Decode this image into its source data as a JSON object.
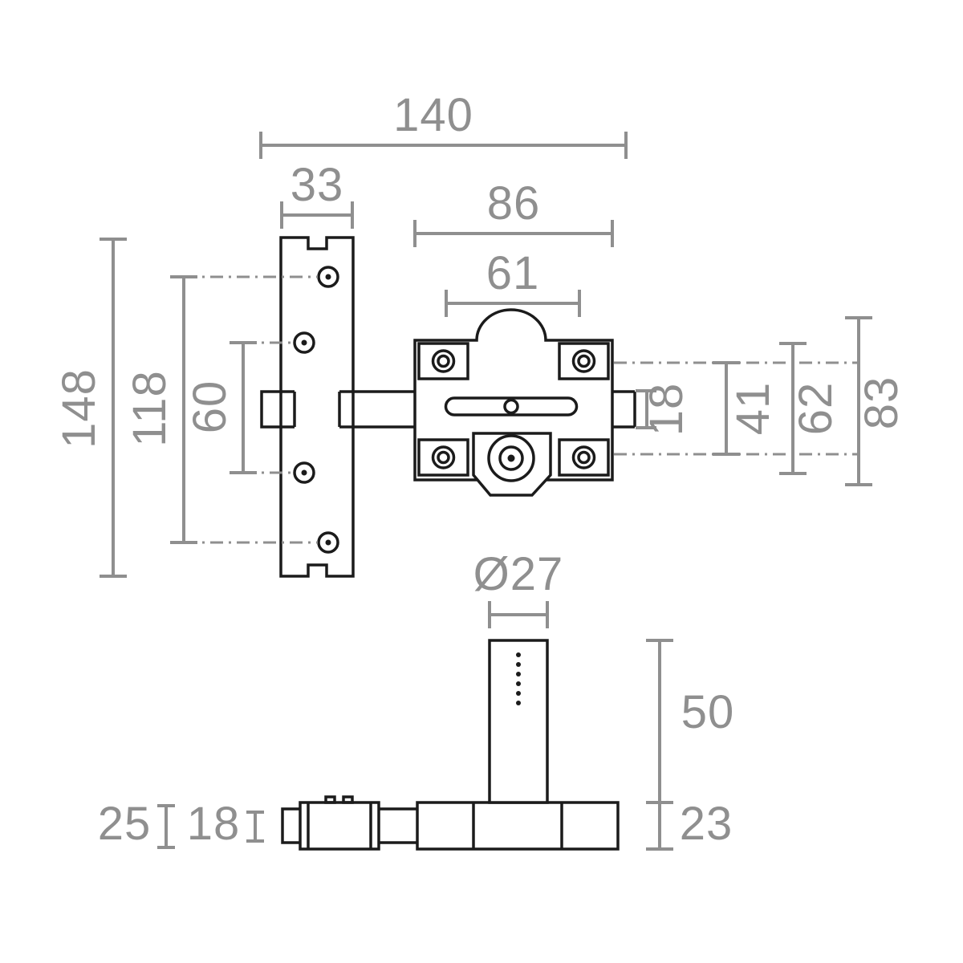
{
  "drawing": {
    "title": "security-bolt-lock-dimension-drawing",
    "colors": {
      "line": "#1b1b1b",
      "dimension": "#8f8f8f",
      "background": "#ffffff"
    },
    "top_view": {
      "overall_width": "140",
      "keeper_plate_width": "33",
      "body_width": "86",
      "arch_width": "61",
      "keeper_plate_height": "148",
      "outer_hole_spacing": "118",
      "inner_hole_spacing": "60",
      "bolt_height": "18",
      "body_inner_height": "41",
      "body_height": "62",
      "body_overall_height": "83"
    },
    "front_view": {
      "cylinder_diameter": "Ø27",
      "cylinder_height": "50",
      "base_height": "23",
      "keeper_height": "25",
      "keeper_inner_height": "18"
    }
  }
}
